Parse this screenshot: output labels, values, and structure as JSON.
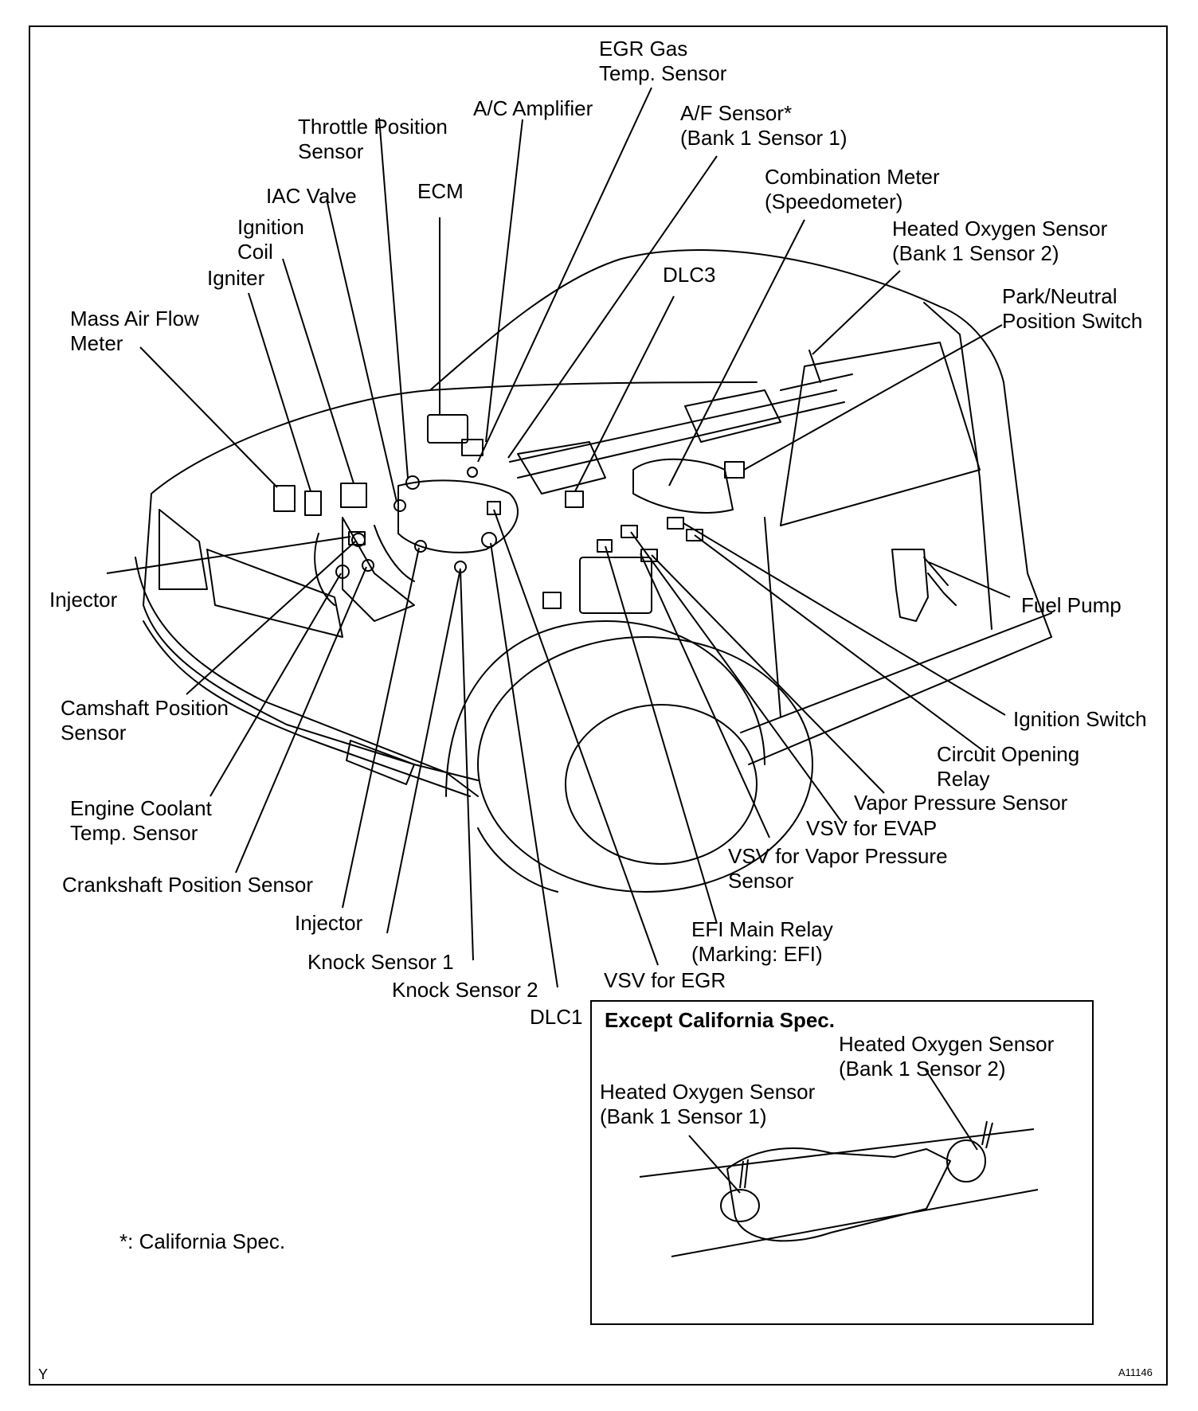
{
  "labels": {
    "egr_gas_temp": "EGR Gas\nTemp. Sensor",
    "ac_amplifier": "A/C Amplifier",
    "throttle_position": "Throttle Position\nSensor",
    "af_sensor": "A/F Sensor*\n(Bank 1 Sensor 1)",
    "combination_meter": "Combination Meter\n(Speedometer)",
    "ecm": "ECM",
    "iac_valve": "IAC Valve",
    "heated_o2_bank1_s2": "Heated Oxygen Sensor\n(Bank 1 Sensor 2)",
    "ignition_coil": "Ignition\nCoil",
    "igniter": "Igniter",
    "dlc3": "DLC3",
    "park_neutral": "Park/Neutral\nPosition Switch",
    "mass_air_flow": "Mass Air Flow\nMeter",
    "injector_left": "Injector",
    "fuel_pump": "Fuel Pump",
    "camshaft_position": "Camshaft Position\nSensor",
    "ignition_switch": "Ignition Switch",
    "circuit_opening_relay": "Circuit Opening\nRelay",
    "engine_coolant": "Engine Coolant\nTemp. Sensor",
    "vapor_pressure_sensor": "Vapor Pressure Sensor",
    "vsv_evap": "VSV for EVAP",
    "vsv_vapor_pressure": "VSV for Vapor Pressure\nSensor",
    "crankshaft_position": "Crankshaft Position Sensor",
    "injector_bottom": "Injector",
    "efi_main_relay": "EFI Main Relay\n(Marking: EFI)",
    "knock_sensor_1": "Knock Sensor 1",
    "vsv_egr": "VSV for EGR",
    "knock_sensor_2": "Knock Sensor 2",
    "dlc1": "DLC1"
  },
  "inset": {
    "title": "Except California Spec.",
    "heated_o2_s2": "Heated Oxygen Sensor\n(Bank 1 Sensor 2)",
    "heated_o2_s1": "Heated Oxygen Sensor\n(Bank 1 Sensor 1)"
  },
  "footnote": "*: California Spec.",
  "corner_left": "Y",
  "corner_right": "A11146"
}
